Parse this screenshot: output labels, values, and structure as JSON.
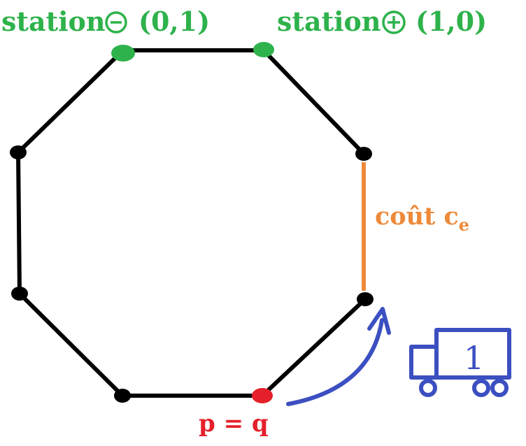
{
  "stations": {
    "minus": {
      "word": "station",
      "symbol": "minus",
      "coords": "(0,1)"
    },
    "plus": {
      "word": "station",
      "symbol": "plus",
      "coords": "(1,0)"
    }
  },
  "edge_label": {
    "text": "coût c",
    "subscript": "e"
  },
  "vehicle_label": "p = q",
  "truck": {
    "number": "1"
  },
  "colors": {
    "edge": "#000000",
    "node": "#000000",
    "station": "#2eb24b",
    "highlight_edge": "#ee8a3a",
    "vehicle_node": "#e5202a",
    "arrow": "#3c4fc1",
    "truck": "#3c4fc1"
  },
  "icons": [
    "circled-minus-icon",
    "circled-plus-icon",
    "truck-icon",
    "curved-arrow-icon"
  ]
}
